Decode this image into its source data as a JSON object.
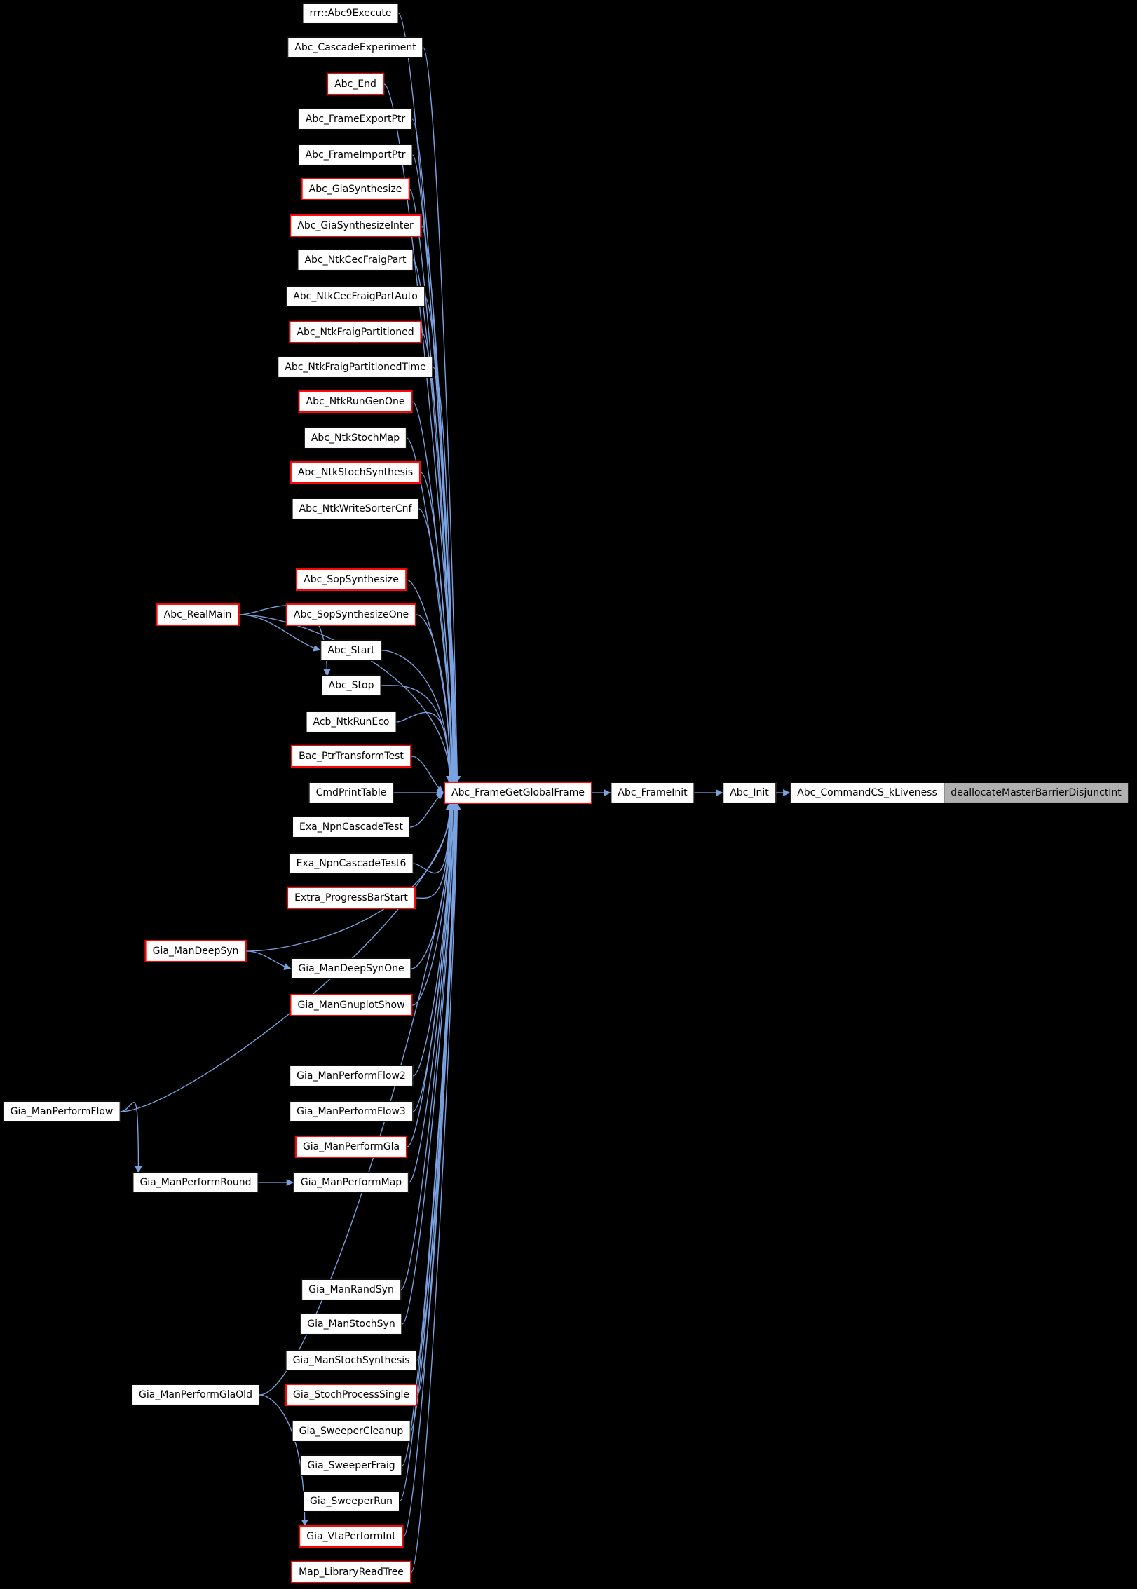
{
  "diagram": {
    "type": "caller-graph",
    "colors": {
      "background": "#000000",
      "edge": "#7aa2e0",
      "truncated_border": "#ff0000",
      "node_fill": "#ffffff",
      "current_fill": "#b0b0b0"
    },
    "nodes": [
      {
        "id": "rrr_abc9execute",
        "label": "rrr::Abc9Execute",
        "style": "normal"
      },
      {
        "id": "abc_cascadeexperiment",
        "label": "Abc_CascadeExperiment",
        "style": "normal"
      },
      {
        "id": "abc_end",
        "label": "Abc_End",
        "style": "truncated"
      },
      {
        "id": "abc_frameexportptr",
        "label": "Abc_FrameExportPtr",
        "style": "normal"
      },
      {
        "id": "abc_frameimportptr",
        "label": "Abc_FrameImportPtr",
        "style": "normal"
      },
      {
        "id": "abc_giasynthesize",
        "label": "Abc_GiaSynthesize",
        "style": "truncated"
      },
      {
        "id": "abc_giasynthesizeinter",
        "label": "Abc_GiaSynthesizeInter",
        "style": "truncated"
      },
      {
        "id": "abc_ntkcecfraigpart",
        "label": "Abc_NtkCecFraigPart",
        "style": "normal"
      },
      {
        "id": "abc_ntkcecfraigpartauto",
        "label": "Abc_NtkCecFraigPartAuto",
        "style": "normal"
      },
      {
        "id": "abc_ntkfraigpartitioned",
        "label": "Abc_NtkFraigPartitioned",
        "style": "truncated"
      },
      {
        "id": "abc_ntkfraigpartitionedtime",
        "label": "Abc_NtkFraigPartitionedTime",
        "style": "normal"
      },
      {
        "id": "abc_ntkrungenone",
        "label": "Abc_NtkRunGenOne",
        "style": "truncated"
      },
      {
        "id": "abc_ntkstochmap",
        "label": "Abc_NtkStochMap",
        "style": "normal"
      },
      {
        "id": "abc_ntkstochsynthesis",
        "label": "Abc_NtkStochSynthesis",
        "style": "truncated"
      },
      {
        "id": "abc_ntkwritesortercnf",
        "label": "Abc_NtkWriteSorterCnf",
        "style": "normal"
      },
      {
        "id": "abc_sopsynthesize",
        "label": "Abc_SopSynthesize",
        "style": "truncated"
      },
      {
        "id": "abc_sopsynthesizeone",
        "label": "Abc_SopSynthesizeOne",
        "style": "truncated"
      },
      {
        "id": "abc_start",
        "label": "Abc_Start",
        "style": "normal"
      },
      {
        "id": "abc_stop",
        "label": "Abc_Stop",
        "style": "normal"
      },
      {
        "id": "acb_ntkruneco",
        "label": "Acb_NtkRunEco",
        "style": "normal"
      },
      {
        "id": "bac_ptrtransformtest",
        "label": "Bac_PtrTransformTest",
        "style": "truncated"
      },
      {
        "id": "cmdprinttable",
        "label": "CmdPrintTable",
        "style": "normal"
      },
      {
        "id": "exa_npncascadetest",
        "label": "Exa_NpnCascadeTest",
        "style": "normal"
      },
      {
        "id": "exa_npncascadetest6",
        "label": "Exa_NpnCascadeTest6",
        "style": "normal"
      },
      {
        "id": "extra_progressbarstart",
        "label": "Extra_ProgressBarStart",
        "style": "truncated"
      },
      {
        "id": "gia_mandeepsynone",
        "label": "Gia_ManDeepSynOne",
        "style": "normal"
      },
      {
        "id": "gia_mangnuplotshow",
        "label": "Gia_ManGnuplotShow",
        "style": "truncated"
      },
      {
        "id": "gia_manperformflow2",
        "label": "Gia_ManPerformFlow2",
        "style": "normal"
      },
      {
        "id": "gia_manperformflow3",
        "label": "Gia_ManPerformFlow3",
        "style": "normal"
      },
      {
        "id": "gia_manperformgla",
        "label": "Gia_ManPerformGla",
        "style": "truncated"
      },
      {
        "id": "gia_manperformmap",
        "label": "Gia_ManPerformMap",
        "style": "normal"
      },
      {
        "id": "gia_manrandsyn",
        "label": "Gia_ManRandSyn",
        "style": "normal"
      },
      {
        "id": "gia_manstochsyn",
        "label": "Gia_ManStochSyn",
        "style": "normal"
      },
      {
        "id": "gia_manstochsynthesis",
        "label": "Gia_ManStochSynthesis",
        "style": "normal"
      },
      {
        "id": "gia_stochprocesssingle",
        "label": "Gia_StochProcessSingle",
        "style": "truncated"
      },
      {
        "id": "gia_sweepercleanup",
        "label": "Gia_SweeperCleanup",
        "style": "normal"
      },
      {
        "id": "gia_sweeperfraig",
        "label": "Gia_SweeperFraig",
        "style": "normal"
      },
      {
        "id": "gia_sweeperrun",
        "label": "Gia_SweeperRun",
        "style": "normal"
      },
      {
        "id": "gia_vtaperformint",
        "label": "Gia_VtaPerformInt",
        "style": "truncated"
      },
      {
        "id": "map_libraryreadtree",
        "label": "Map_LibraryReadTree",
        "style": "truncated"
      },
      {
        "id": "abc_realmain",
        "label": "Abc_RealMain",
        "style": "truncated"
      },
      {
        "id": "gia_mandeepsyn",
        "label": "Gia_ManDeepSyn",
        "style": "truncated"
      },
      {
        "id": "gia_manperformflow",
        "label": "Gia_ManPerformFlow",
        "style": "normal"
      },
      {
        "id": "gia_manperformround",
        "label": "Gia_ManPerformRound",
        "style": "normal"
      },
      {
        "id": "gia_manperformglaold",
        "label": "Gia_ManPerformGlaOld",
        "style": "normal"
      },
      {
        "id": "abc_framegetglobalframe",
        "label": "Abc_FrameGetGlobalFrame",
        "style": "truncated-highlight"
      },
      {
        "id": "abc_frameinit",
        "label": "Abc_FrameInit",
        "style": "normal"
      },
      {
        "id": "abc_init",
        "label": "Abc_Init",
        "style": "normal"
      },
      {
        "id": "abc_commandcs_kliveness",
        "label": "Abc_CommandCS_kLiveness",
        "style": "normal"
      },
      {
        "id": "deallocatemasterbarrierdisjunctint",
        "label": "deallocateMasterBarrierDisjunctInt",
        "style": "current"
      }
    ],
    "edges": [
      [
        "rrr_abc9execute",
        "abc_framegetglobalframe"
      ],
      [
        "abc_cascadeexperiment",
        "abc_framegetglobalframe"
      ],
      [
        "abc_end",
        "abc_framegetglobalframe"
      ],
      [
        "abc_frameexportptr",
        "abc_framegetglobalframe"
      ],
      [
        "abc_frameimportptr",
        "abc_framegetglobalframe"
      ],
      [
        "abc_giasynthesize",
        "abc_framegetglobalframe"
      ],
      [
        "abc_giasynthesizeinter",
        "abc_framegetglobalframe"
      ],
      [
        "abc_ntkcecfraigpart",
        "abc_framegetglobalframe"
      ],
      [
        "abc_ntkcecfraigpartauto",
        "abc_framegetglobalframe"
      ],
      [
        "abc_ntkfraigpartitioned",
        "abc_framegetglobalframe"
      ],
      [
        "abc_ntkfraigpartitionedtime",
        "abc_framegetglobalframe"
      ],
      [
        "abc_ntkrungenone",
        "abc_framegetglobalframe"
      ],
      [
        "abc_ntkstochmap",
        "abc_framegetglobalframe"
      ],
      [
        "abc_ntkstochsynthesis",
        "abc_framegetglobalframe"
      ],
      [
        "abc_ntkwritesortercnf",
        "abc_framegetglobalframe"
      ],
      [
        "abc_sopsynthesize",
        "abc_framegetglobalframe"
      ],
      [
        "abc_sopsynthesizeone",
        "abc_framegetglobalframe"
      ],
      [
        "abc_start",
        "abc_framegetglobalframe"
      ],
      [
        "abc_stop",
        "abc_framegetglobalframe"
      ],
      [
        "acb_ntkruneco",
        "abc_framegetglobalframe"
      ],
      [
        "bac_ptrtransformtest",
        "abc_framegetglobalframe"
      ],
      [
        "cmdprinttable",
        "abc_framegetglobalframe"
      ],
      [
        "exa_npncascadetest",
        "abc_framegetglobalframe"
      ],
      [
        "exa_npncascadetest6",
        "abc_framegetglobalframe"
      ],
      [
        "extra_progressbarstart",
        "abc_framegetglobalframe"
      ],
      [
        "gia_mandeepsynone",
        "abc_framegetglobalframe"
      ],
      [
        "gia_mangnuplotshow",
        "abc_framegetglobalframe"
      ],
      [
        "gia_manperformflow2",
        "abc_framegetglobalframe"
      ],
      [
        "gia_manperformflow3",
        "abc_framegetglobalframe"
      ],
      [
        "gia_manperformgla",
        "abc_framegetglobalframe"
      ],
      [
        "gia_manperformmap",
        "abc_framegetglobalframe"
      ],
      [
        "gia_manrandsyn",
        "abc_framegetglobalframe"
      ],
      [
        "gia_manstochsyn",
        "abc_framegetglobalframe"
      ],
      [
        "gia_manstochsynthesis",
        "abc_framegetglobalframe"
      ],
      [
        "gia_stochprocesssingle",
        "abc_framegetglobalframe"
      ],
      [
        "gia_sweepercleanup",
        "abc_framegetglobalframe"
      ],
      [
        "gia_sweeperfraig",
        "abc_framegetglobalframe"
      ],
      [
        "gia_sweeperrun",
        "abc_framegetglobalframe"
      ],
      [
        "gia_vtaperformint",
        "abc_framegetglobalframe"
      ],
      [
        "map_libraryreadtree",
        "abc_framegetglobalframe"
      ],
      [
        "abc_realmain",
        "abc_framegetglobalframe"
      ],
      [
        "abc_realmain",
        "abc_start"
      ],
      [
        "abc_realmain",
        "abc_stop"
      ],
      [
        "gia_mandeepsyn",
        "abc_framegetglobalframe"
      ],
      [
        "gia_mandeepsyn",
        "gia_mandeepsynone"
      ],
      [
        "gia_manperformflow",
        "abc_framegetglobalframe"
      ],
      [
        "gia_manperformflow",
        "gia_manperformround"
      ],
      [
        "gia_manperformround",
        "gia_manperformmap"
      ],
      [
        "gia_manperformglaold",
        "abc_framegetglobalframe"
      ],
      [
        "gia_manperformglaold",
        "gia_vtaperformint"
      ],
      [
        "abc_framegetglobalframe",
        "abc_frameinit"
      ],
      [
        "abc_frameinit",
        "abc_init"
      ],
      [
        "abc_init",
        "abc_commandcs_kliveness"
      ],
      [
        "abc_commandcs_kliveness",
        "deallocatemasterbarrierdisjunctint"
      ]
    ]
  }
}
